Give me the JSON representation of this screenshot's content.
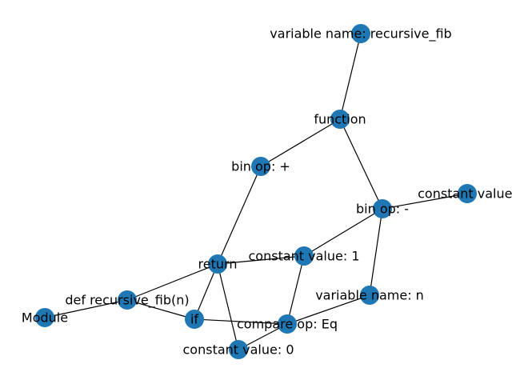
{
  "graph": {
    "node_color": "#1f77b4",
    "edge_color": "#000000",
    "nodes": [
      {
        "id": "module",
        "label": "Module"
      },
      {
        "id": "def",
        "label": "def recursive_fib(n)"
      },
      {
        "id": "if",
        "label": "if"
      },
      {
        "id": "return",
        "label": "return"
      },
      {
        "id": "const0",
        "label": "constant value: 0"
      },
      {
        "id": "cmp",
        "label": "compare op: Eq"
      },
      {
        "id": "varn",
        "label": "variable name: n"
      },
      {
        "id": "const1",
        "label": "constant value: 1"
      },
      {
        "id": "binadd",
        "label": "bin op: +"
      },
      {
        "id": "binsub",
        "label": "bin op: -"
      },
      {
        "id": "function",
        "label": "function"
      },
      {
        "id": "varfib",
        "label": "variable name: recursive_fib"
      },
      {
        "id": "const2",
        "label": "constant value:"
      }
    ],
    "edges": [
      [
        "module",
        "def"
      ],
      [
        "def",
        "if"
      ],
      [
        "def",
        "return"
      ],
      [
        "if",
        "return"
      ],
      [
        "if",
        "cmp"
      ],
      [
        "return",
        "const0"
      ],
      [
        "return",
        "binadd"
      ],
      [
        "return",
        "const1"
      ],
      [
        "const0",
        "cmp"
      ],
      [
        "cmp",
        "varn"
      ],
      [
        "cmp",
        "const1"
      ],
      [
        "const1",
        "binsub"
      ],
      [
        "varn",
        "binsub"
      ],
      [
        "binsub",
        "const2"
      ],
      [
        "binsub",
        "function"
      ],
      [
        "binadd",
        "function"
      ],
      [
        "function",
        "varfib"
      ]
    ]
  }
}
